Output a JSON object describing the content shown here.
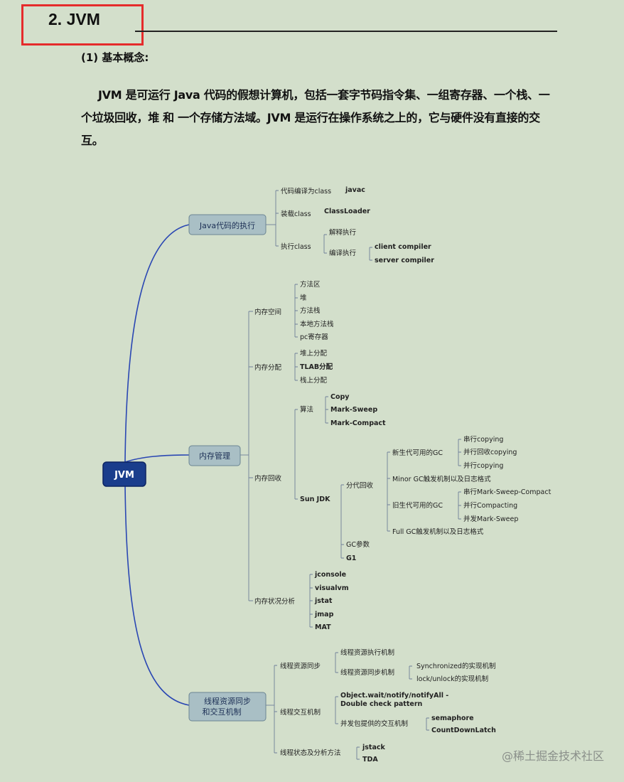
{
  "heading": "2. JVM",
  "subheading": "(1) 基本概念:",
  "paragraph": "JVM 是可运行 Java 代码的假想计算机，包括一套字节码指令集、一组寄存器、一个栈、一个垃圾回收，堆 和 一个存储方法域。JVM 是运行在操作系统之上的，它与硬件没有直接的交互。",
  "watermark": "@稀土掘金技术社区",
  "mindmap": {
    "root": "JVM",
    "exec": {
      "title": "Java代码的执行",
      "compile": "代码编译为class",
      "javac": "javac",
      "load": "装载class",
      "classloader": "ClassLoader",
      "run": "执行class",
      "interp": "解释执行",
      "compiled": "编译执行",
      "client": "client compiler",
      "server": "server compiler"
    },
    "mem": {
      "title": "内存管理",
      "space": "内存空间",
      "space_items": [
        "方法区",
        "堆",
        "方法栈",
        "本地方法栈",
        "pc寄存器"
      ],
      "alloc": "内存分配",
      "alloc_items": [
        "堆上分配",
        "TLAB分配",
        "栈上分配"
      ],
      "gc": "内存回收",
      "algo": "算法",
      "algo_items": [
        "Copy",
        "Mark-Sweep",
        "Mark-Compact"
      ],
      "sunjdk": "Sun JDK",
      "gen": "分代回收",
      "young": "新生代可用的GC",
      "young_items": [
        "串行copying",
        "并行回收copying",
        "并行copying"
      ],
      "minor": "Minor GC触发机制以及日志格式",
      "old": "旧生代可用的GC",
      "old_items": [
        "串行Mark-Sweep-Compact",
        "并行Compacting",
        "并发Mark-Sweep"
      ],
      "full": "Full GC触发机制以及日志格式",
      "gc_param": "GC参数",
      "g1": "G1",
      "monitor": "内存状况分析",
      "tools": [
        "jconsole",
        "visualvm",
        "jstat",
        "jmap",
        "MAT"
      ]
    },
    "thread": {
      "title_line1": "线程资源同步",
      "title_line2": "和交互机制",
      "sync": "线程资源同步",
      "sync_exec": "线程资源执行机制",
      "sync_mech": "线程资源同步机制",
      "synchronized": "Synchronized的实现机制",
      "lock": "lock/unlock的实现机制",
      "interact": "线程交互机制",
      "wait1": "Object.wait/notify/notifyAll -",
      "wait2": "Double check pattern",
      "concurrent": "并发包提供的交互机制",
      "semaphore": "semaphore",
      "latch": "CountDownLatch",
      "status": "线程状态及分析方法",
      "jstack": "jstack",
      "tda": "TDA"
    }
  }
}
